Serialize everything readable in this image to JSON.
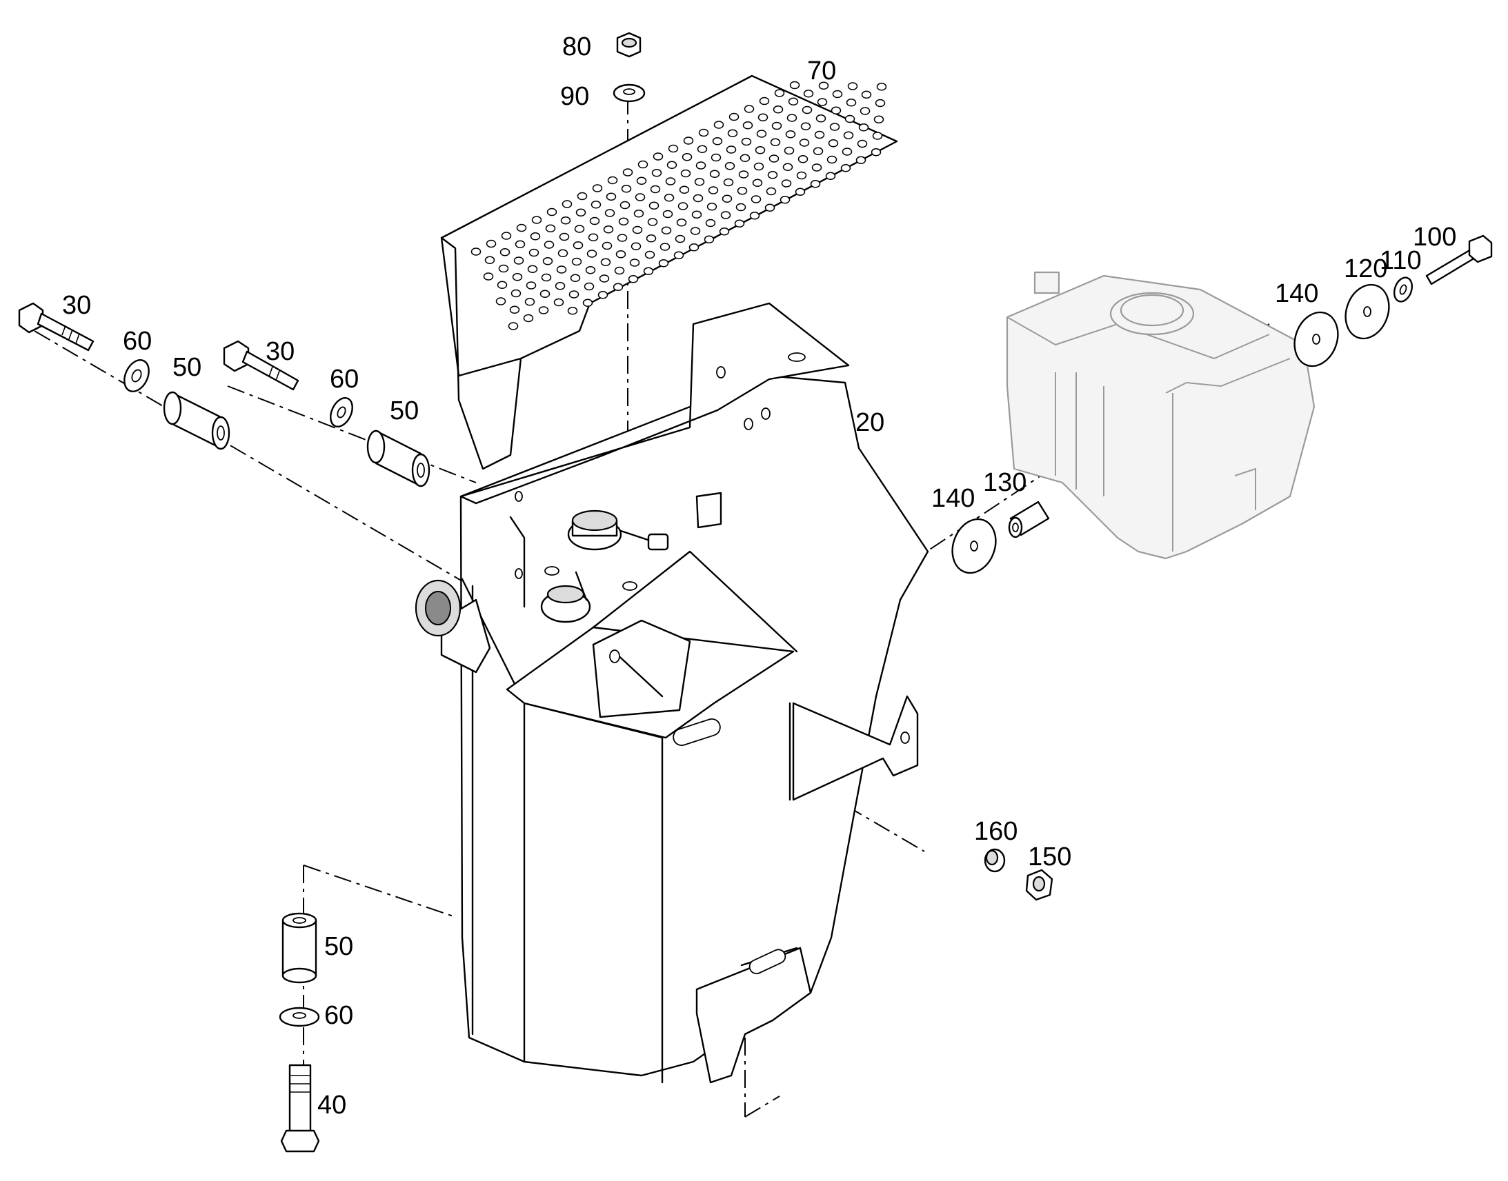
{
  "diagram": {
    "callouts": [
      {
        "id": "c80",
        "text": "80"
      },
      {
        "id": "c90",
        "text": "90"
      },
      {
        "id": "c70",
        "text": "70"
      },
      {
        "id": "c30a",
        "text": "30"
      },
      {
        "id": "c60a",
        "text": "60"
      },
      {
        "id": "c50a",
        "text": "50"
      },
      {
        "id": "c30b",
        "text": "30"
      },
      {
        "id": "c60b",
        "text": "60"
      },
      {
        "id": "c50b",
        "text": "50"
      },
      {
        "id": "c20",
        "text": "20"
      },
      {
        "id": "c100",
        "text": "100"
      },
      {
        "id": "c120",
        "text": "120"
      },
      {
        "id": "c110",
        "text": "110"
      },
      {
        "id": "c140a",
        "text": "140"
      },
      {
        "id": "c140b",
        "text": "140"
      },
      {
        "id": "c130",
        "text": "130"
      },
      {
        "id": "c160",
        "text": "160"
      },
      {
        "id": "c150",
        "text": "150"
      },
      {
        "id": "c50c",
        "text": "50"
      },
      {
        "id": "c60c",
        "text": "60"
      },
      {
        "id": "c40",
        "text": "40"
      }
    ]
  }
}
